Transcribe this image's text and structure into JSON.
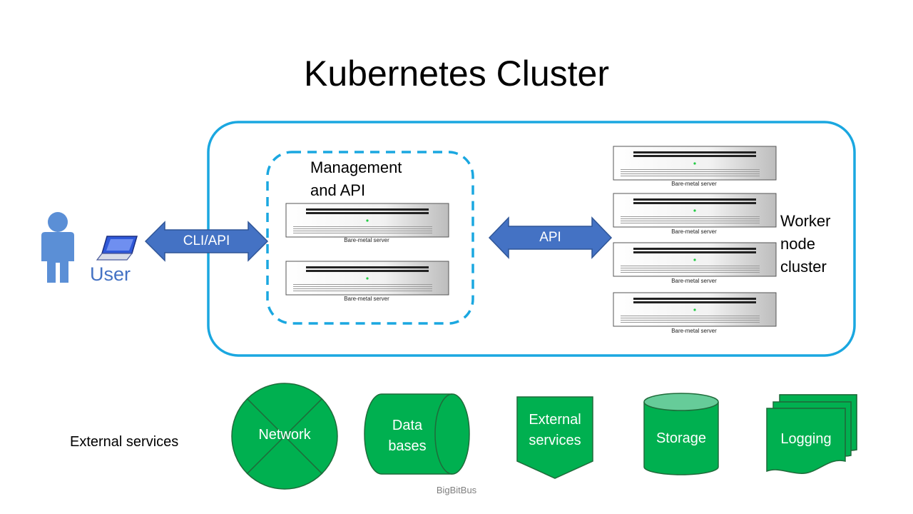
{
  "title": "Kubernetes Cluster",
  "user": {
    "label": "User"
  },
  "cli_api_arrow": {
    "label": "CLI/API"
  },
  "management": {
    "line1": "Management",
    "line2": "and API"
  },
  "api_arrow": {
    "label": "API"
  },
  "worker": {
    "line1": "Worker",
    "line2": "node",
    "line3": "cluster"
  },
  "servers": {
    "label": "Bare-metal server",
    "management_count": 2,
    "worker_count": 4
  },
  "external_services": {
    "label": "External services",
    "items": [
      {
        "shape": "circle-x",
        "line1": "Network",
        "line2": ""
      },
      {
        "shape": "horizontal-cylinder",
        "line1": "Data",
        "line2": "bases"
      },
      {
        "shape": "off-page-connector",
        "line1": "External",
        "line2": "services"
      },
      {
        "shape": "cylinder",
        "line1": "Storage",
        "line2": ""
      },
      {
        "shape": "multi-document",
        "line1": "Logging",
        "line2": ""
      }
    ]
  },
  "credit": "BigBitBus",
  "colors": {
    "cluster_border": "#1AA7E0",
    "arrow_fill": "#4472C4",
    "service_green": "#00B050",
    "user_blue": "#5B8FD6",
    "storage_top": "#66CC99"
  }
}
